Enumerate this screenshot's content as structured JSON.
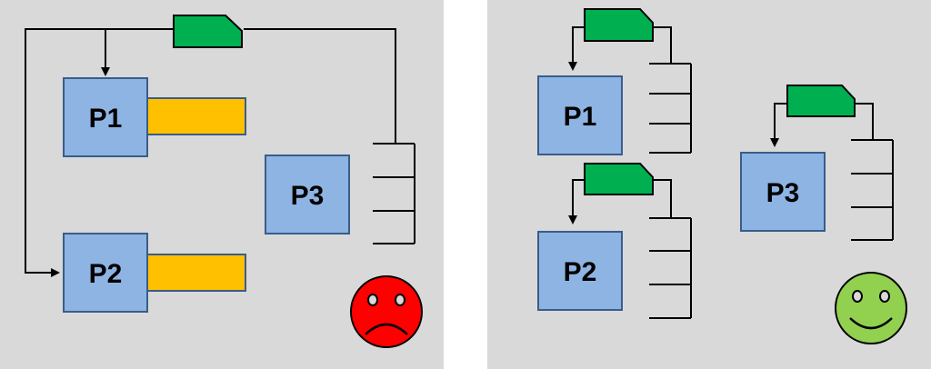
{
  "left_panel": {
    "processes": [
      {
        "label": "P1"
      },
      {
        "label": "P2"
      },
      {
        "label": "P3"
      }
    ],
    "outcome": "sad-face"
  },
  "right_panel": {
    "processes": [
      {
        "label": "P1"
      },
      {
        "label": "P2"
      },
      {
        "label": "P3"
      }
    ],
    "outcome": "happy-face"
  },
  "colors": {
    "background": "#d9d9d9",
    "process_fill": "#8eb4e3",
    "process_stroke": "#385d8a",
    "token_fill": "#00b050",
    "resource_fill": "#ffc000",
    "sad_face": "#ff0000",
    "happy_face": "#92d050"
  }
}
